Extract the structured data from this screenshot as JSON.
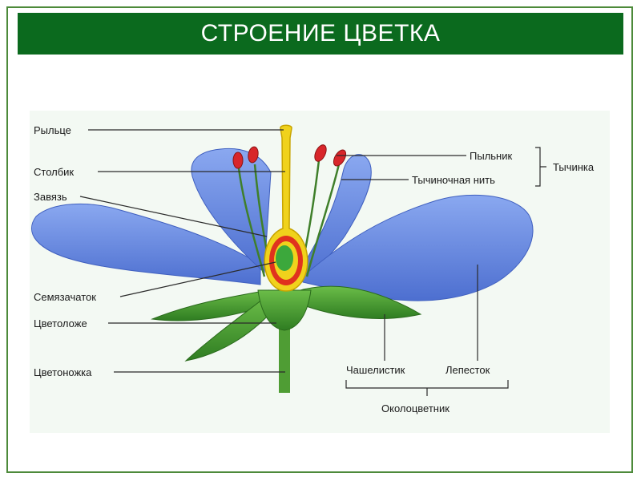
{
  "title": "СТРОЕНИЕ ЦВЕТКА",
  "labels": {
    "stigma": "Рыльце",
    "style": "Столбик",
    "ovary": "Завязь",
    "ovule": "Семязачаток",
    "receptacle": "Цветоложе",
    "pedicel": "Цветоножка",
    "anther": "Пыльник",
    "filament": "Тычиночная нить",
    "stamen": "Тычинка",
    "sepal": "Чашелистик",
    "petal": "Лепесток",
    "perianth": "Околоцветник"
  },
  "colors": {
    "title_bar": "#0b6a1e",
    "petal": "#6e8ee0",
    "leaf": "#4f9d34",
    "pistil": "#f0d21c",
    "ovary_wall": "#e0321e",
    "ovule": "#3ca83c",
    "anther": "#d8262a"
  }
}
